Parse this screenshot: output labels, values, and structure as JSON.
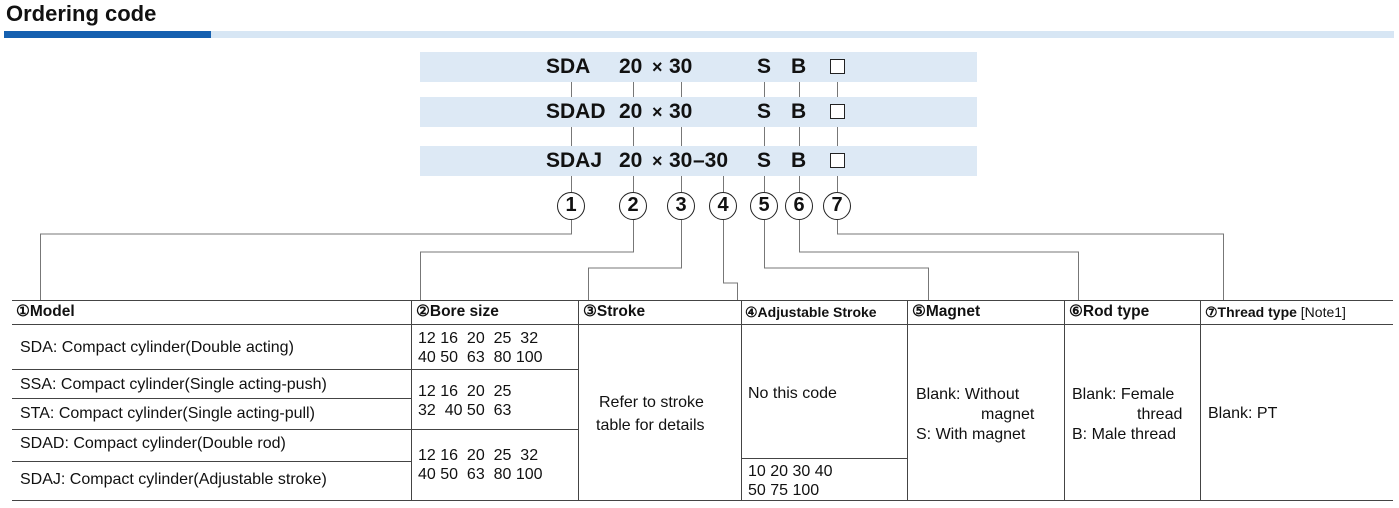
{
  "title": "Ordering code",
  "code_rows": [
    {
      "model": "SDA",
      "bore": "20",
      "times": "×",
      "stroke": "30",
      "adj": "",
      "magnet": "S",
      "rod": "B"
    },
    {
      "model": "SDAD",
      "bore": "20",
      "times": "×",
      "stroke": "30",
      "adj": "",
      "magnet": "S",
      "rod": "B"
    },
    {
      "model": "SDAJ",
      "bore": "20",
      "times": "×",
      "stroke": "30",
      "adj": "–30",
      "magnet": "S",
      "rod": "B"
    }
  ],
  "callouts": [
    "1",
    "2",
    "3",
    "4",
    "5",
    "6",
    "7"
  ],
  "headers": {
    "model": "①Model",
    "bore": "②Bore size",
    "stroke": "③Stroke",
    "adjustable": "④Adjustable Stroke",
    "magnet": "⑤Magnet",
    "rod": "⑥Rod type",
    "thread": "⑦Thread type",
    "thread_note": "[Note1]"
  },
  "models": [
    "SDA: Compact cylinder(Double acting)",
    "SSA: Compact cylinder(Single acting-push)",
    "STA: Compact cylinder(Single acting-pull)",
    "SDAD: Compact cylinder(Double rod)",
    "SDAJ: Compact cylinder(Adjustable stroke)"
  ],
  "bores": {
    "group1": [
      "12 16  20  25  32",
      "40 50  63  80 100"
    ],
    "group2": [
      "12 16  20  25",
      "32  40 50  63"
    ],
    "group3": [
      "12 16  20  25  32",
      "40 50  63  80 100"
    ]
  },
  "stroke_text": [
    "Refer to stroke",
    "table for details"
  ],
  "adjustable": {
    "none": "No this code",
    "values": [
      "10 20 30 40",
      "50 75 100"
    ]
  },
  "magnet": [
    "Blank: Without",
    "magnet",
    "S: With magnet"
  ],
  "rod": [
    "Blank: Female",
    "thread",
    "B: Male thread"
  ],
  "thread": "Blank: PT"
}
